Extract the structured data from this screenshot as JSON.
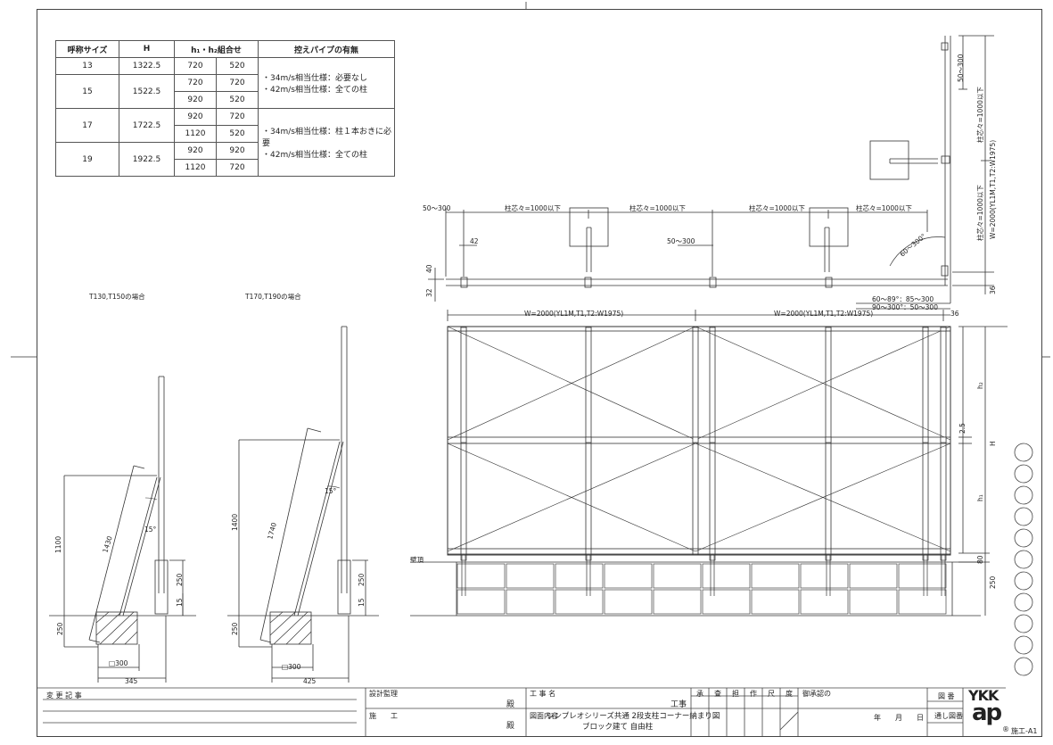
{
  "table": {
    "headers": [
      "呼称サイズ",
      "H",
      "h₁・h₂組合せ",
      "",
      "控えパイプの有無"
    ],
    "rows": [
      {
        "size": "13",
        "h": "1322.5",
        "combos": [
          [
            "720",
            "520"
          ]
        ]
      },
      {
        "size": "15",
        "h": "1522.5",
        "combos": [
          [
            "720",
            "720"
          ],
          [
            "920",
            "520"
          ]
        ]
      },
      {
        "size": "17",
        "h": "1722.5",
        "combos": [
          [
            "920",
            "720"
          ],
          [
            "1120",
            "520"
          ]
        ]
      },
      {
        "size": "19",
        "h": "1922.5",
        "combos": [
          [
            "920",
            "920"
          ],
          [
            "1120",
            "720"
          ]
        ]
      }
    ],
    "note_a": [
      "・34m/s相当仕様：必要なし",
      "・42m/s相当仕様：全ての柱"
    ],
    "note_b": [
      "・34m/s相当仕様：柱１本おきに必要",
      "・42m/s相当仕様：全ての柱"
    ]
  },
  "side_views": {
    "left": {
      "caption": "T130,T150の場合",
      "dims": [
        "1100",
        "1430",
        "15°",
        "250",
        "15",
        "250",
        "□300",
        "345"
      ]
    },
    "right": {
      "caption": "T170,T190の場合",
      "dims": [
        "1400",
        "1740",
        "15°",
        "250",
        "15",
        "250",
        "□300",
        "425"
      ]
    }
  },
  "plan": {
    "dims_top": [
      "50～300",
      "柱芯々=1000以下",
      "柱芯々=1000以下",
      "柱芯々=1000以下",
      "柱芯々=1000以下"
    ],
    "dim_42": "42",
    "dim_mid": "50～300",
    "dim_40": "40",
    "dim_32": "32",
    "angle": "60～300°",
    "angle_notes": [
      "60～89°：85～300",
      "90～300°：50～300"
    ],
    "dim_36": "36",
    "right_dims": [
      "50～300",
      "柱芯々=1000以下",
      "W=2000(YL1M,T1,T2:W1975)",
      "柱芯々=1000以下"
    ]
  },
  "elevation": {
    "w_labels": [
      "W=2000(YL1M,T1,T2:W1975)",
      "W=2000(YL1M,T1,T2:W1975)"
    ],
    "dim_36": "36",
    "right_dims": [
      "h₂",
      "2.5",
      "H",
      "h₁",
      "80",
      "250"
    ],
    "wall_label": "壁頂"
  },
  "title_block": {
    "revision": "変 更 記 事",
    "design_supervision": "設計監理",
    "construction": "施　　工",
    "honorific": "殿",
    "project_label": "工 事 名",
    "project": "工事",
    "drawing_label": "図面内容",
    "drawing_line1": "シンプレオシリーズ共通 2段支柱コーナー納まり図",
    "drawing_line2": "ブロック建て 自由柱",
    "sign_headers": [
      "承",
      "査",
      "担",
      "作",
      "尺",
      "度"
    ],
    "delivery": "御承認の",
    "date": "年　　月　　日",
    "drawing_no": "図 番",
    "ref_drawing": "通し図番",
    "code": "施工-A1",
    "logo_top": "YKK",
    "logo_bottom": "ap",
    "registered": "®"
  }
}
